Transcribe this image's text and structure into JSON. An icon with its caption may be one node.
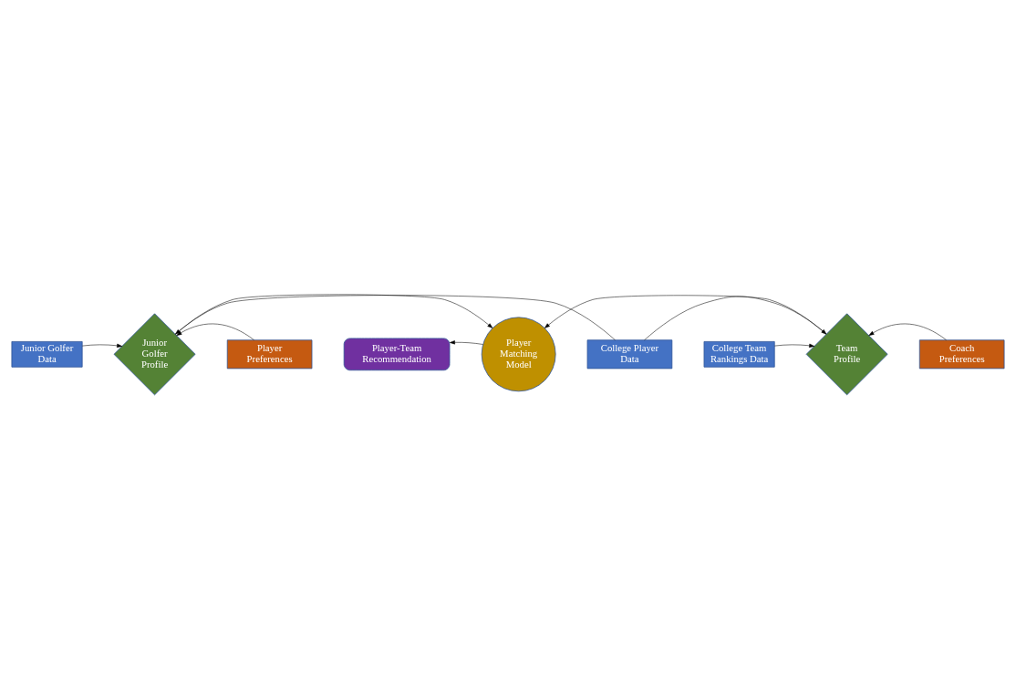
{
  "diagram": {
    "nodes": [
      {
        "text": [
          "Junior Golfer Data"
        ]
      },
      {
        "text": [
          "Player-Team Recommendation"
        ]
      },
      {
        "text": [
          "College Team Rankings Data"
        ]
      },
      {
        "text": [
          "Junior Golfer Profile"
        ]
      },
      {
        "text": [
          "Player Matching Model"
        ]
      },
      {
        "text": [
          "Team Profile"
        ]
      },
      {
        "text": [
          "Player Preferences"
        ]
      },
      {
        "text": [
          "College Player Data"
        ]
      },
      {
        "text": [
          "Coach Preferences"
        ]
      }
    ],
    "edges": [
      {
        "from": 0,
        "to": 3,
        "arrow": "to"
      },
      {
        "from": 4,
        "to": 1,
        "arrow": "to"
      },
      {
        "from": 2,
        "to": 5,
        "arrow": "to"
      },
      {
        "from": 3,
        "to": 4,
        "arrow": "to"
      },
      {
        "from": 5,
        "to": 4,
        "arrow": "to"
      },
      {
        "from": 7,
        "to": 3,
        "arrow": "to"
      },
      {
        "from": 7,
        "to": 5,
        "arrow": "to"
      },
      {
        "from": 6,
        "to": 3,
        "arrow": "to"
      },
      {
        "from": 8,
        "to": 5,
        "arrow": "to"
      }
    ]
  }
}
